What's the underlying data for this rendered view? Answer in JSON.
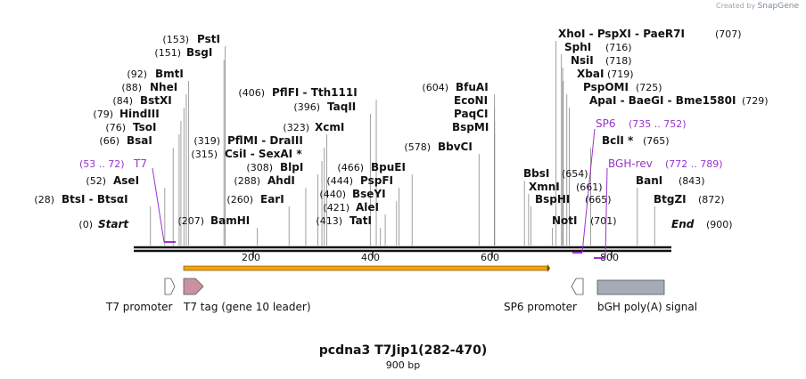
{
  "watermark": {
    "prefix": "Created by",
    "brand": "SnapGene"
  },
  "title": "pcdna3 T7Jip1(282-470)",
  "subtitle": "900 bp",
  "sequence_length": 900,
  "endpoints": [
    {
      "pos": 0,
      "name": "Start",
      "num": "(0)"
    },
    {
      "pos": 900,
      "name": "End",
      "num": "(900)"
    }
  ],
  "ticks": [
    "200",
    "400",
    "600",
    "800"
  ],
  "sites": [
    {
      "num": "(153)",
      "name": "PstI",
      "pos": 153
    },
    {
      "num": "(151)",
      "name": "BsgI",
      "pos": 151
    },
    {
      "num": "(92)",
      "name": "BmtI",
      "pos": 92
    },
    {
      "num": "(88)",
      "name": "NheI",
      "pos": 88
    },
    {
      "num": "(84)",
      "name": "BstXI",
      "pos": 84
    },
    {
      "num": "(79)",
      "name": "HindIII",
      "pos": 79
    },
    {
      "num": "(76)",
      "name": "TsoI",
      "pos": 76
    },
    {
      "num": "(66)",
      "name": "BsaI",
      "pos": 66
    },
    {
      "num": "(52)",
      "name": "AseI",
      "pos": 52
    },
    {
      "num": "(28)",
      "name": "BtsI - BtsαI",
      "pos": 28
    },
    {
      "num": "(207)",
      "name": "BamHI",
      "pos": 207
    },
    {
      "num": "(319)",
      "name": "PflMI - DraIII",
      "pos": 319
    },
    {
      "num": "(315)",
      "name": "CsiI - SexAI *",
      "pos": 315
    },
    {
      "num": "(406)",
      "name": "PflFI - Tth111I",
      "pos": 406
    },
    {
      "num": "(396)",
      "name": "TaqII",
      "pos": 396
    },
    {
      "num": "(323)",
      "name": "XcmI",
      "pos": 323
    },
    {
      "num": "(308)",
      "name": "BlpI",
      "pos": 308
    },
    {
      "num": "(288)",
      "name": "AhdI",
      "pos": 288
    },
    {
      "num": "(260)",
      "name": "EarI",
      "pos": 260
    },
    {
      "num": "(466)",
      "name": "BpuEI",
      "pos": 466
    },
    {
      "num": "(444)",
      "name": "PspFI",
      "pos": 444
    },
    {
      "num": "(440)",
      "name": "BseYI",
      "pos": 440
    },
    {
      "num": "(421)",
      "name": "AleI",
      "pos": 421
    },
    {
      "num": "(413)",
      "name": "TatI",
      "pos": 413
    },
    {
      "num": "(604)",
      "name": "BfuAI",
      "pos": 604
    },
    {
      "num": "",
      "name": "EcoNI",
      "pos": 604
    },
    {
      "num": "",
      "name": "PaqCI",
      "pos": 604
    },
    {
      "num": "",
      "name": "BspMI",
      "pos": 604
    },
    {
      "num": "(578)",
      "name": "BbvCI",
      "pos": 578
    },
    {
      "num": "(707)",
      "name": "XhoI - PspXI - PaeR7I",
      "pos": 707
    },
    {
      "num": "(716)",
      "name": "SphI",
      "pos": 716
    },
    {
      "num": "(718)",
      "name": "NsiI",
      "pos": 718
    },
    {
      "num": "(719)",
      "name": "XbaI",
      "pos": 719
    },
    {
      "num": "(725)",
      "name": "PspOMI",
      "pos": 725
    },
    {
      "num": "(729)",
      "name": "ApaI - BaeGI - Bme1580I",
      "pos": 729
    },
    {
      "num": "(765)",
      "name": "BclI *",
      "pos": 765
    },
    {
      "num": "(843)",
      "name": "BanI",
      "pos": 843
    },
    {
      "num": "(872)",
      "name": "BtgZI",
      "pos": 872
    },
    {
      "num": "(654)",
      "name": "BbsI",
      "pos": 654
    },
    {
      "num": "(661)",
      "name": "XmnI",
      "pos": 661
    },
    {
      "num": "(665)",
      "name": "BspHI",
      "pos": 665
    },
    {
      "num": "(701)",
      "name": "NotI",
      "pos": 701
    }
  ],
  "primers": [
    {
      "name": "T7",
      "range": "(53 .. 72)",
      "start": 53,
      "end": 72,
      "dir": "forward"
    },
    {
      "name": "SP6",
      "range": "(735 .. 752)",
      "start": 735,
      "end": 752,
      "dir": "reverse"
    },
    {
      "name": "BGH-rev",
      "range": "(772 .. 789)",
      "start": 772,
      "end": 789,
      "dir": "reverse"
    }
  ],
  "orf": {
    "start": 85,
    "end": 694,
    "color": "#f2a20f"
  },
  "features": [
    {
      "name": "T7 promoter",
      "start": 53,
      "end": 71,
      "type": "promoter",
      "dir": "forward",
      "color": "#ffffff"
    },
    {
      "name": "T7 tag (gene 10 leader)",
      "start": 85,
      "end": 117,
      "type": "tag",
      "dir": "forward",
      "color": "#c9929f"
    },
    {
      "name": "SP6 promoter",
      "start": 735,
      "end": 752,
      "type": "promoter",
      "dir": "reverse",
      "color": "#ffffff"
    },
    {
      "name": "bGH poly(A) signal",
      "start": 776,
      "end": 900,
      "type": "polyA",
      "dir": "none",
      "color": "#a5acb6"
    }
  ],
  "colors": {
    "primer": "#9933cc",
    "backbone": "#111111",
    "line": "#888888"
  }
}
